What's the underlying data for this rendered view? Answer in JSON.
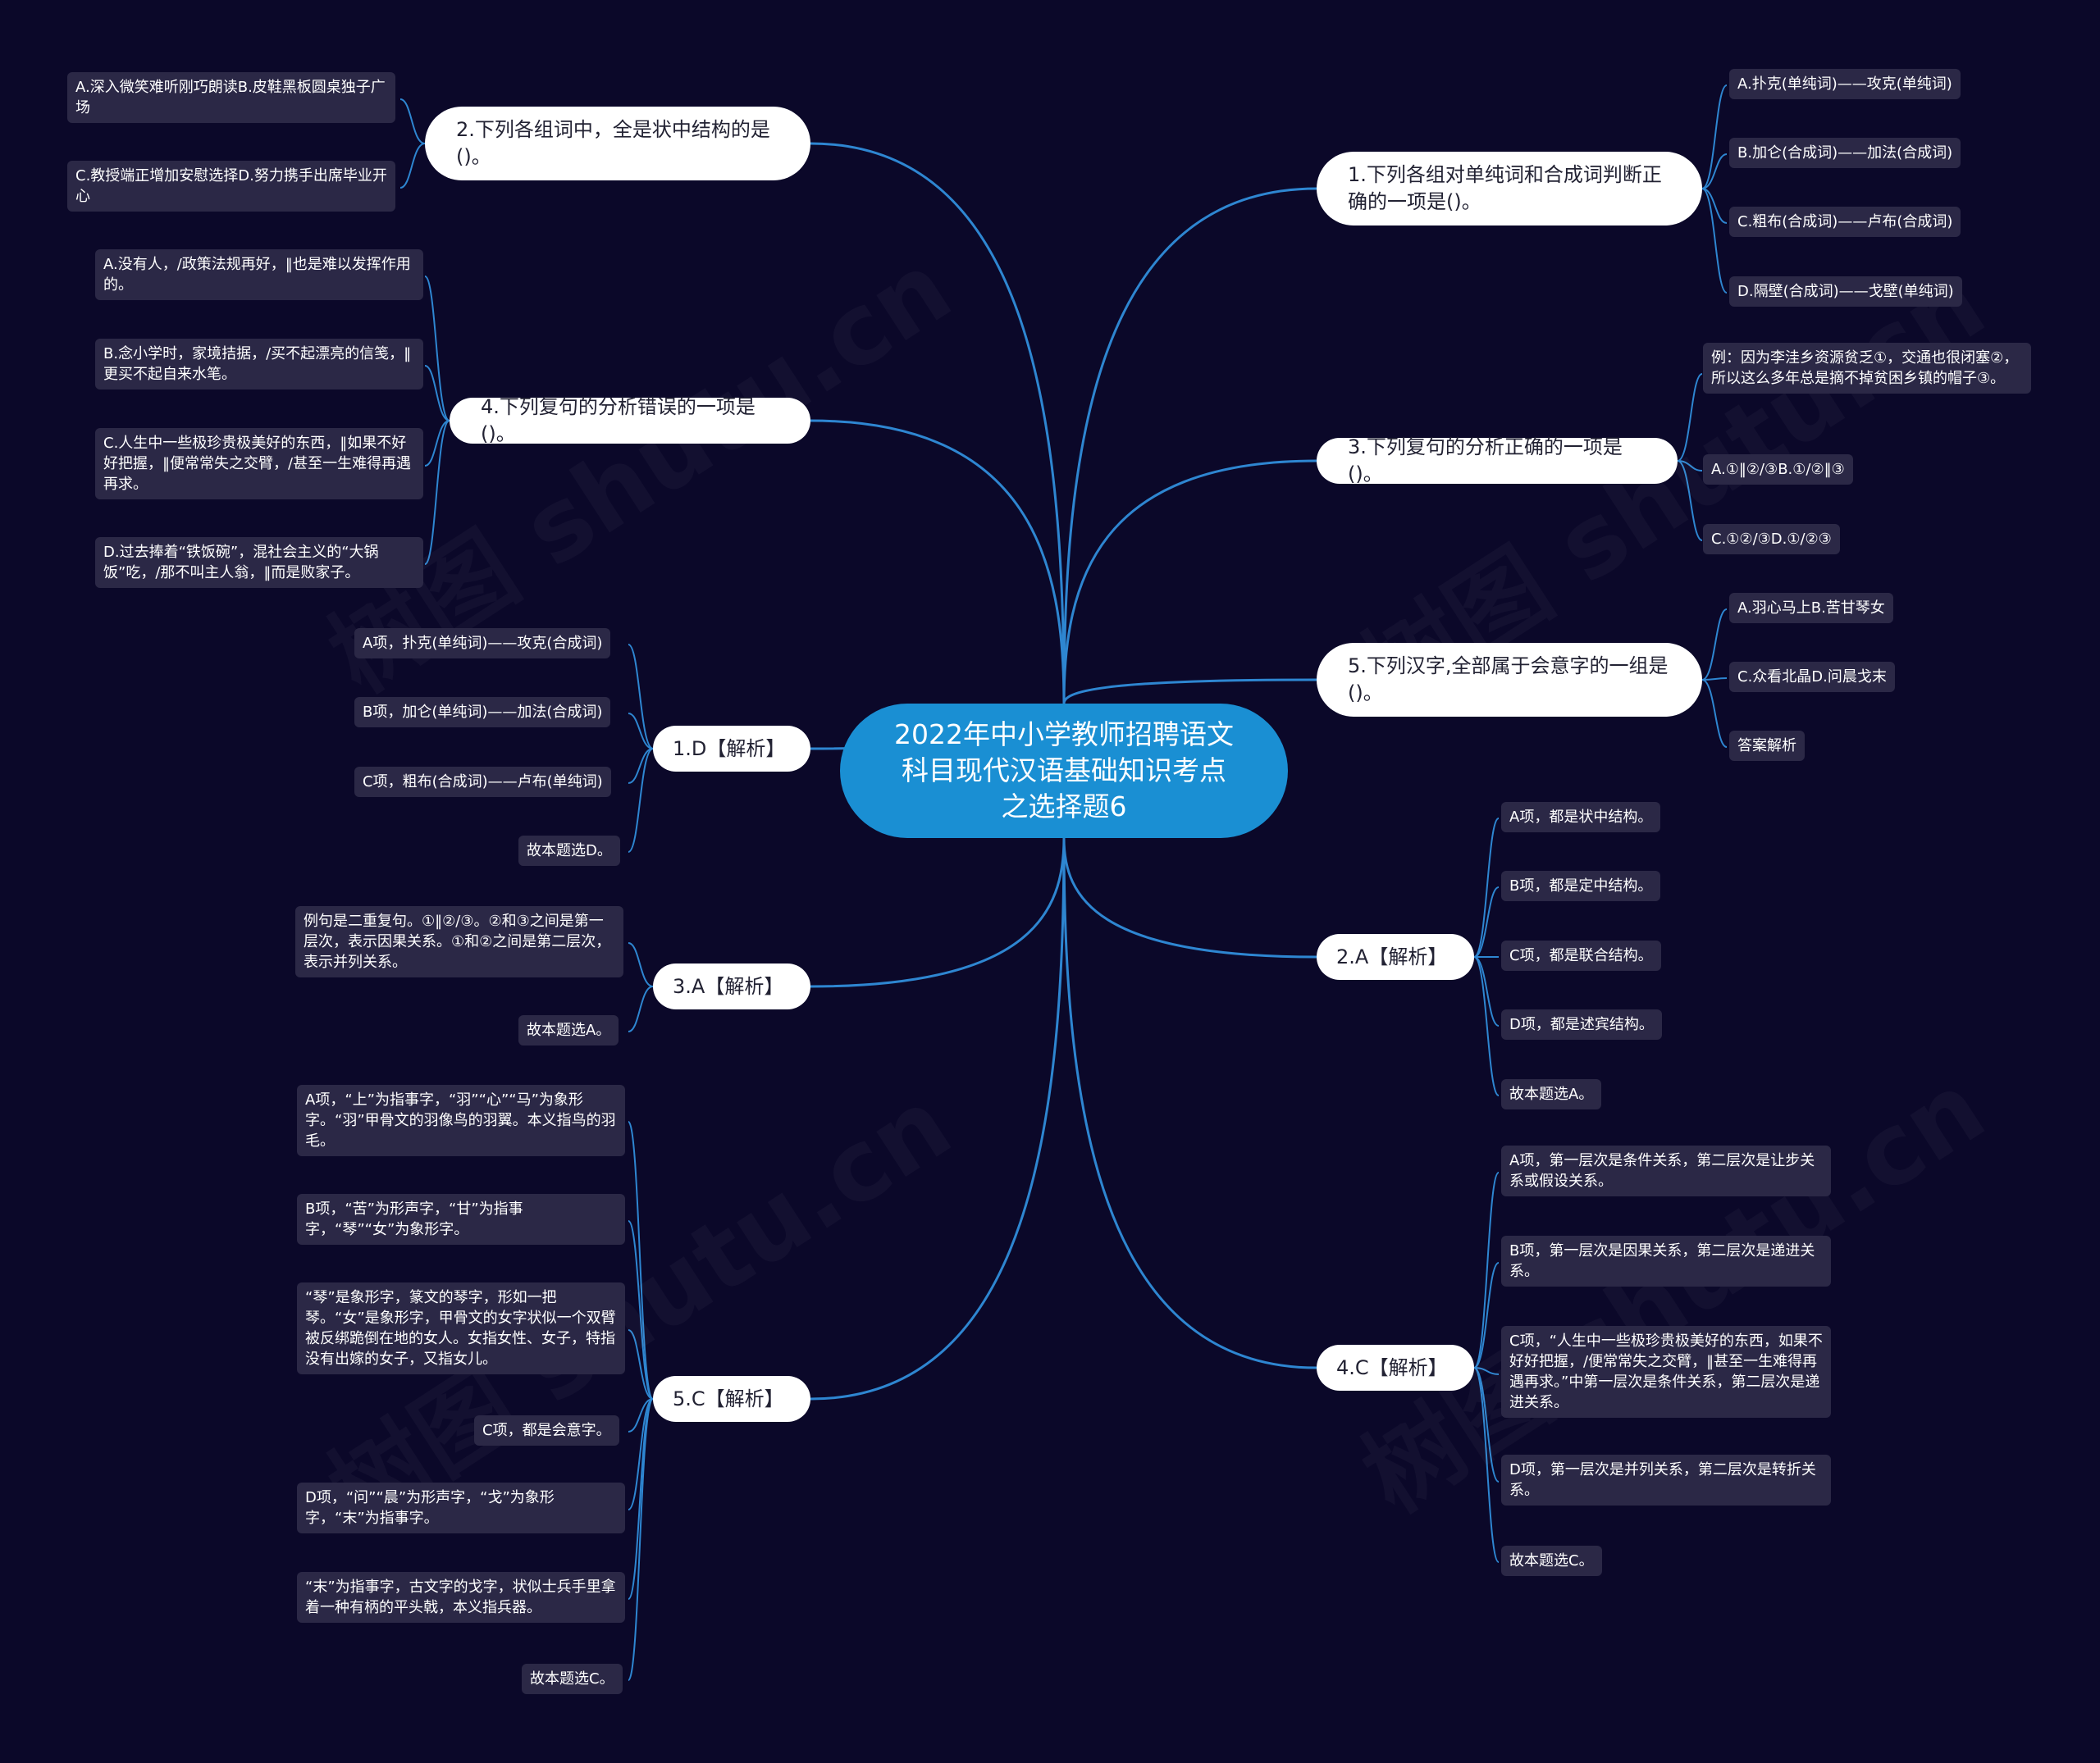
{
  "colors": {
    "background": "#0b0829",
    "root_fill": "#1a8fd3",
    "topic_fill": "#ffffff",
    "leaf_fill": "#2b2846",
    "connector": "#2e86d1",
    "watermark": "rgba(255,255,255,0.035)"
  },
  "watermark": "树图 shutu.cn",
  "root": {
    "title": "2022年中小学教师招聘语文科目现代汉语基础知识考点之选择题6"
  },
  "branches": {
    "q1": {
      "title": "1.下列各组对单纯词和合成词判断正确的一项是()。",
      "items": [
        "A.扑克(单纯词)——攻克(单纯词)",
        "B.加仑(合成词)——加法(合成词)",
        "C.粗布(合成词)——卢布(合成词)",
        "D.隔壁(合成词)——戈壁(单纯词)"
      ]
    },
    "q3": {
      "title": "3.下列复句的分析正确的一项是()。",
      "items": [
        "例：因为李洼乡资源贫乏①，交通也很闭塞②，所以这么多年总是摘不掉贫困乡镇的帽子③。",
        "A.①‖②/③B.①/②‖③",
        "C.①②/③D.①/②③"
      ]
    },
    "q5": {
      "title": "5.下列汉字,全部属于会意字的一组是()。",
      "items": [
        "A.羽心马上B.苦甘琴女",
        "C.众看北晶D.问晨戈末",
        "答案解析"
      ]
    },
    "a2": {
      "title": "2.A【解析】",
      "items": [
        "A项，都是状中结构。",
        "B项，都是定中结构。",
        "C项，都是联合结构。",
        "D项，都是述宾结构。",
        "故本题选A。"
      ]
    },
    "a4": {
      "title": "4.C【解析】",
      "items": [
        "A项，第一层次是条件关系，第二层次是让步关系或假设关系。",
        "B项，第一层次是因果关系，第二层次是递进关系。",
        "C项，“人生中一些极珍贵极美好的东西，如果不好好把握，/便常常失之交臂，‖甚至一生难得再遇再求。”中第一层次是条件关系，第二层次是递进关系。",
        "D项，第一层次是并列关系，第二层次是转折关系。",
        "故本题选C。"
      ]
    },
    "q2": {
      "title": "2.下列各组词中，全是状中结构的是()。",
      "items": [
        "A.深入微笑难听刚巧朗读B.皮鞋黑板圆桌独子广场",
        "C.教授端正增加安慰选择D.努力携手出席毕业开心"
      ]
    },
    "q4": {
      "title": "4.下列复句的分析错误的一项是()。",
      "items": [
        "A.没有人，/政策法规再好，‖也是难以发挥作用的。",
        "B.念小学时，家境拮据，/买不起漂亮的信笺，‖更买不起自来水笔。",
        "C.人生中一些极珍贵极美好的东西，‖如果不好好把握，‖便常常失之交臂，/甚至一生难得再遇再求。",
        "D.过去捧着“铁饭碗”，混社会主义的“大锅饭”吃，/那不叫主人翁，‖而是败家子。"
      ]
    },
    "a1": {
      "title": "1.D【解析】",
      "items": [
        "A项，扑克(单纯词)——攻克(合成词)",
        "B项，加仑(单纯词)——加法(合成词)",
        "C项，粗布(合成词)——卢布(单纯词)",
        "故本题选D。"
      ]
    },
    "a3": {
      "title": "3.A【解析】",
      "items": [
        "例句是二重复句。①‖②/③。②和③之间是第一层次，表示因果关系。①和②之间是第二层次，表示并列关系。",
        "故本题选A。"
      ]
    },
    "a5": {
      "title": "5.C【解析】",
      "items": [
        "A项，“上”为指事字，“羽”“心”“马”为象形字。“羽”甲骨文的羽像鸟的羽翼。本义指鸟的羽毛。",
        "B项，“苦”为形声字，“甘”为指事字，“琴”“女”为象形字。",
        "“琴”是象形字，篆文的琴字，形如一把琴。“女”是象形字，甲骨文的女字状似一个双臂被反绑跪倒在地的女人。女指女性、女子，特指没有出嫁的女子，又指女儿。",
        "C项，都是会意字。",
        "D项，“问”“晨”为形声字，“戈”为象形字，“末”为指事字。",
        "“末”为指事字，古文字的戈字，状似士兵手里拿着一种有柄的平头戟，本义指兵器。",
        "故本题选C。"
      ]
    }
  }
}
